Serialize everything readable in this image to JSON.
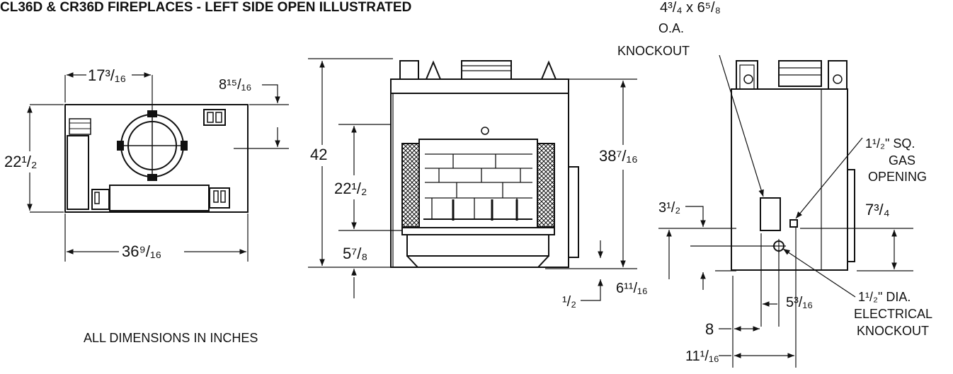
{
  "title": "CL36D & CR36D FIREPLACES - LEFT SIDE OPEN ILLUSTRATED",
  "note": "ALL DIMENSIONS IN INCHES",
  "top_view": {
    "width_top": "17³/₁₆",
    "right_offset": "8¹⁵/₁₆",
    "depth": "22¹/₂",
    "overall_width": "36⁹/₁₆"
  },
  "front_view": {
    "height": "42",
    "opening_height": "22¹/₂",
    "hood_height": "38⁷/₁₆",
    "base_height": "5⁷/₈",
    "base_offset": "¹/₂"
  },
  "side_view": {
    "oa_knockout_size": "4³/₄ x 6⁵/₈",
    "oa_knockout_line1": "O.A.",
    "oa_knockout_line2": "KNOCKOUT",
    "gas_line1": "1¹/₂\" SQ.",
    "gas_line2": "GAS",
    "gas_line3": "OPENING",
    "gas_height": "7³/₄",
    "knockout_top_offset": "3¹/₂",
    "electrical_height": "6¹¹/₁₆",
    "electrical_offset": "5³/₁₆",
    "electrical_line1": "1¹/₂\" DIA.",
    "electrical_line2": "ELECTRICAL",
    "electrical_line3": "KNOCKOUT",
    "electrical_from_front": "8",
    "gas_from_front": "11¹/₁₆"
  }
}
